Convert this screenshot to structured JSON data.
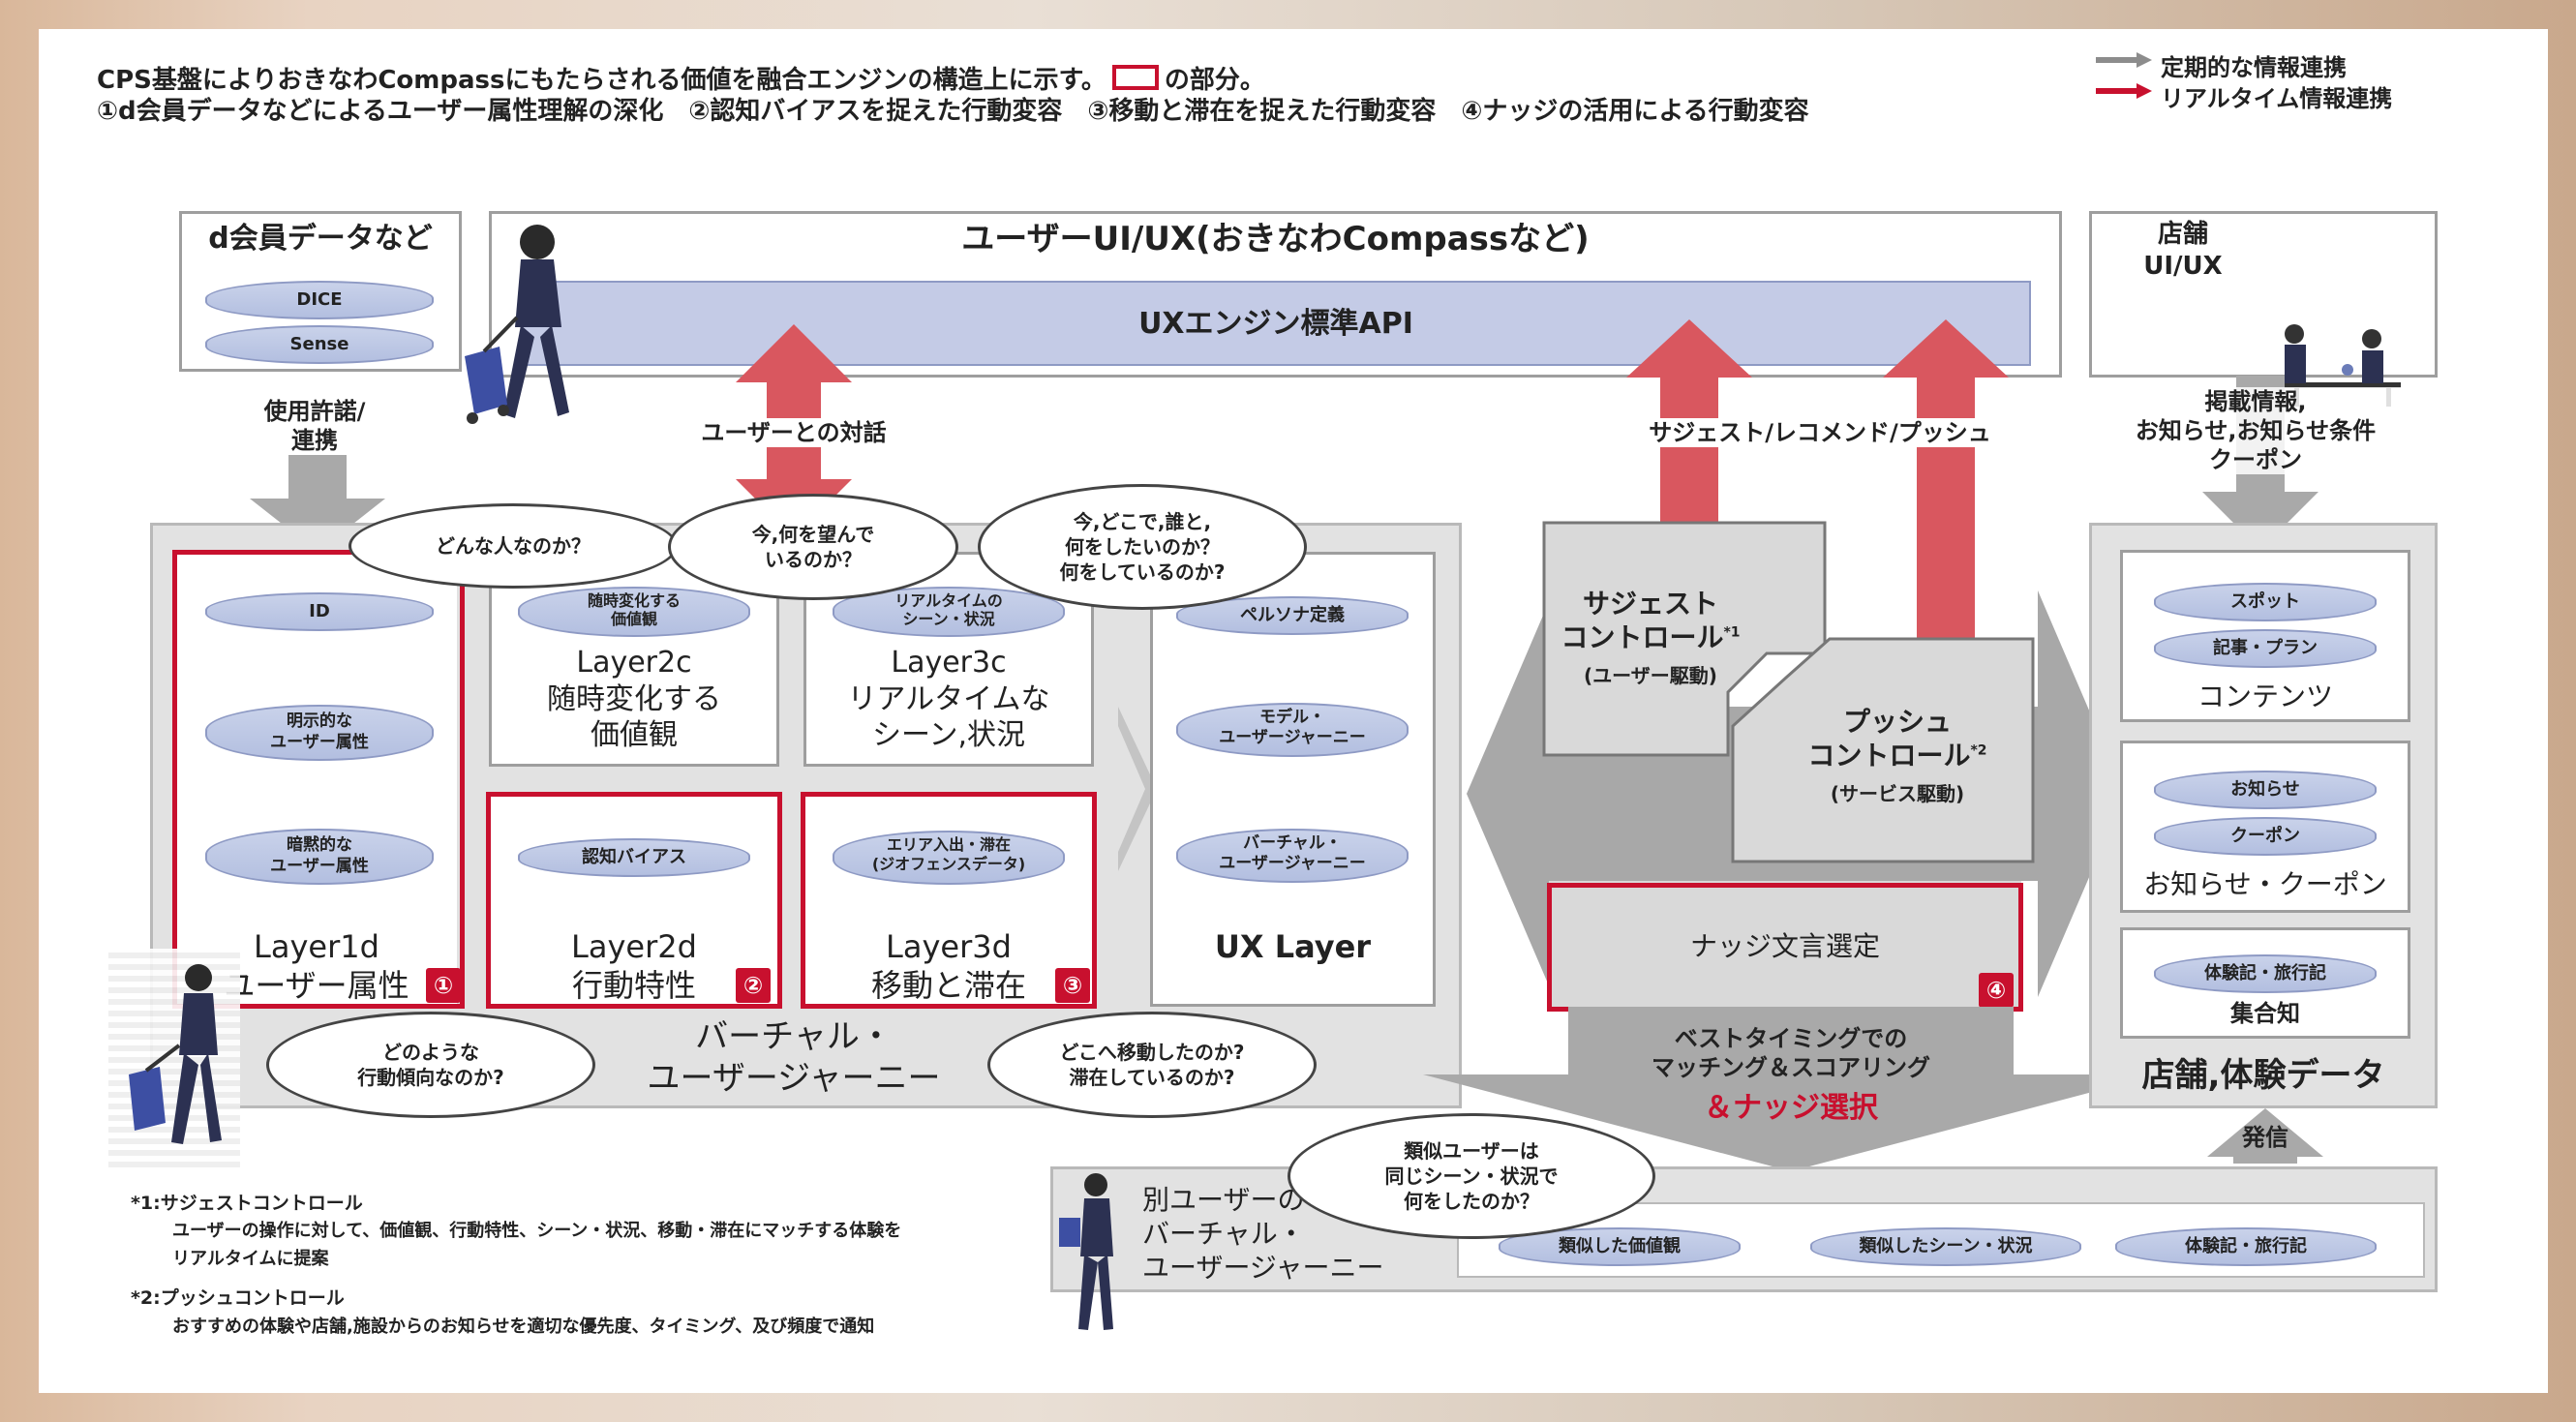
{
  "header": {
    "line1_a": "CPS基盤によりおきなわCompassにもたらされる価値を融合エンジンの構造上に示す。",
    "line1_b": "の部分。",
    "line2": "①d会員データなどによるユーザー属性理解の深化　②認知バイアスを捉えた行動変容　③移動と滞在を捉えた行動変容　④ナッジの活用による行動変容"
  },
  "legend": {
    "periodic": "定期的な情報連携",
    "realtime": "リアルタイム情報連携",
    "periodic_color": "#8c8c8c",
    "realtime_color": "#c8102e"
  },
  "dmember": {
    "title": "d会員データなど",
    "db1": "DICE",
    "db2": "Sense",
    "arrow_label": "使用許諾/\n連携"
  },
  "ui": {
    "title": "ユーザーUI/UX(おきなわCompassなど)",
    "api": "UXエンジン標準API",
    "dialog": "ユーザーとの対話",
    "suggest_label": "サジェスト/レコメンド/プッシュ"
  },
  "store_ui": {
    "title": "店舗\nUI/UX",
    "arrow_label": "掲載情報,\nお知らせ,お知らせ条件\nクーポン"
  },
  "bubbles": {
    "b1": "どんな人なのか？",
    "b2": "今,何を望んで\nいるのか？",
    "b3": "今,どこで,誰と,\n何をしたいのか？\n何をしているのか?",
    "b4": "どのような\n行動傾向なのか?",
    "b5": "どこへ移動したのか?\n滞在しているのか?",
    "b6": "類似ユーザーは\n同じシーン・状況で\n何をしたのか？"
  },
  "layer1d": {
    "db1": "ID",
    "db2": "明示的な\nユーザー属性",
    "db3": "暗黙的な\nユーザー属性",
    "title": "Layer1d\nユーザー属性",
    "num": "①"
  },
  "layer2c": {
    "db": "随時変化する\n価値観",
    "title": "Layer2c\n随時変化する\n価値観"
  },
  "layer3c": {
    "db": "リアルタイムの\nシーン・状況",
    "title": "Layer3c\nリアルタイムな\nシーン,状況"
  },
  "layer2d": {
    "db": "認知バイアス",
    "title": "Layer2d\n行動特性",
    "num": "②"
  },
  "layer3d": {
    "db": "エリア入出・滞在\n(ジオフェンスデータ)",
    "title": "Layer3d\n移動と滞在",
    "num": "③"
  },
  "ux_layer": {
    "db1": "ペルソナ定義",
    "db2": "モデル・\nユーザージャーニー",
    "db3": "バーチャル・\nユーザージャーニー",
    "title": "UX Layer"
  },
  "virtual_journey": "バーチャル・\nユーザージャーニー",
  "control": {
    "suggest": "サジェスト\nコントロール",
    "suggest_sup": "*1",
    "suggest_sub": "(ユーザー駆動)",
    "push": "プッシュ\nコントロール",
    "push_sup": "*2",
    "push_sub": "(サービス駆動)",
    "nudge": "ナッジ文言選定",
    "num": "④"
  },
  "matching": {
    "line": "ベストタイミングでの\nマッチング＆スコアリング",
    "highlight": "＆ナッジ選択"
  },
  "store_data": {
    "content_db1": "スポット",
    "content_db2": "記事・プラン",
    "content_title": "コンテンツ",
    "notice_db1": "お知らせ",
    "notice_db2": "クーポン",
    "notice_title": "お知らせ・クーポン",
    "exp_db": "体験記・旅行記",
    "exp_title": "集合知",
    "title": "店舗,体験データ",
    "arrow_label": "発信"
  },
  "other_user": {
    "title": "別ユーザーの\nバーチャル・\nユーザージャーニー",
    "db1": "類似した価値観",
    "db2": "類似したシーン・状況",
    "db3": "体験記・旅行記"
  },
  "footnotes": {
    "n1_title": "*1:サジェストコントロール",
    "n1_body": "ユーザーの操作に対して、価値観、行動特性、シーン・状況、移動・滞在にマッチする体験を\nリアルタイムに提案",
    "n2_title": "*2:プッシュコントロール",
    "n2_body": "おすすめの体験や店舗,施設からのお知らせを適切な優先度、タイミング、及び頻度で通知"
  }
}
